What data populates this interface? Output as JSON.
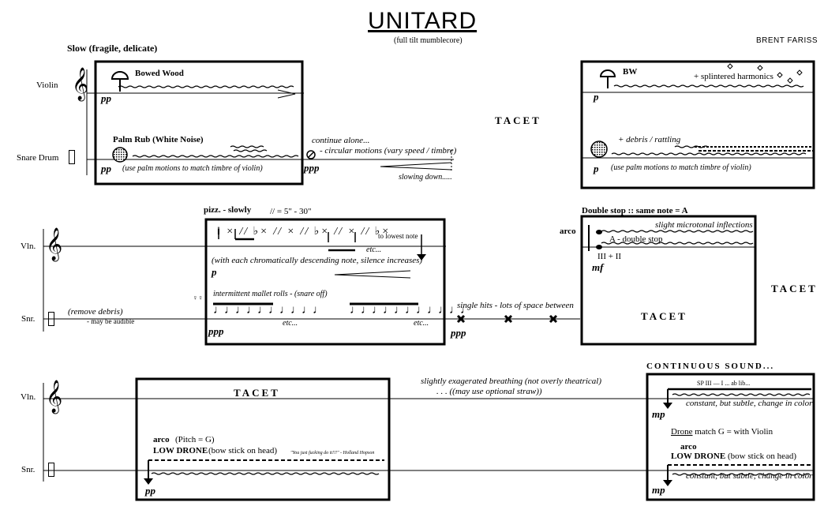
{
  "header": {
    "title": "UNITARD",
    "subtitle": "(full tilt mumblecore)",
    "composer": "BRENT FARISS",
    "tempo": "Slow (fragile, delicate)"
  },
  "system1": {
    "violin_label": "Violin",
    "snare_label": "Snare Drum",
    "bowed_wood": "Bowed Wood",
    "pp_violin": "pp",
    "palm_rub": "Palm Rub (White Noise)",
    "pp_snare": "pp",
    "palm_note": "(use palm motions to match timbre of violin)",
    "continue_alone": "continue alone...",
    "circular": "- circular motions (vary speed / timbre)",
    "ppp": "ppp",
    "slowing": "slowing down.....",
    "tacet": "TACET",
    "bw": "BW",
    "splintered": "+ splintered harmonics",
    "p_violin": "p",
    "debris": "+ debris / rattling",
    "p_snare": "p",
    "palm_note2": "(use palm motions to match timbre of violin)"
  },
  "system2": {
    "violin_label": "Vln.",
    "snare_label": "Snr.",
    "pizz": "pizz. - slowly",
    "timing": "// = 5\" - 30\"",
    "etc1": "etc...",
    "lowest": "to lowest note",
    "silence_note": "(with each chromatically descending note, silence increases)",
    "p": "p",
    "mallet": "intermittent mallet rolls - (snare off)",
    "ppp_roll": "ppp",
    "etc2": "etc...",
    "etc3": "etc...",
    "remove_debris": "(remove debris)",
    "audible": "- may be audible",
    "single_hits": "single hits - lots of space between",
    "ppp_hits": "ppp",
    "double_stop_title": "Double stop :: same note = A",
    "arco": "arco",
    "microtonal": "slight microtonal inflections",
    "a_double": "A - double stop",
    "strings": "III + II",
    "mf": "mf",
    "tacet_inner": "TACET",
    "tacet_right": "TACET"
  },
  "system3": {
    "violin_label": "Vln.",
    "snare_label": "Snr.",
    "tacet": "TACET",
    "arco": "arco",
    "pitch": "(Pitch = G)",
    "low_drone": "LOW DRONE",
    "bow_stick": "(bow stick on head)",
    "quote": "\"You just fucking do it!!!\" - Holland Hopson",
    "pp": "pp",
    "breathing": "slightly exagerated breathing (not overly theatrical)",
    "straw": ". . .  ((may use optional straw))",
    "continuous": "CONTINUOUS SOUND...",
    "sp": "SP III — I  ...  ab lib...",
    "mp1": "mp",
    "constant1": "constant, but subtle, change in color",
    "drone_match_label": "Drone",
    "drone_match": " match G = with Violin",
    "arco2": "arco",
    "low_drone2": "LOW DRONE",
    "bow_stick2": "(bow stick on head)",
    "mp2": "mp",
    "constant2": "constant, but subtle, change in color"
  }
}
